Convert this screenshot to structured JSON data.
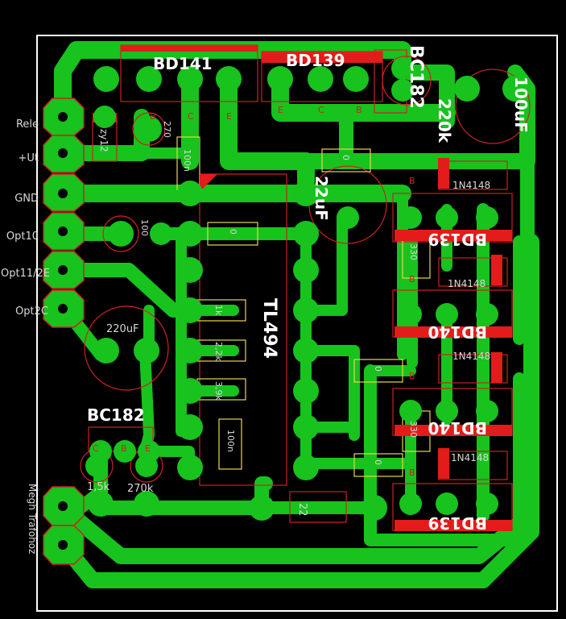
{
  "colors": {
    "background": "#000000",
    "copper": "#17c31c",
    "silkscreen_red": "#cc2222",
    "silkscreen_yellow": "#e6d84a",
    "board_outline": "#ffffff",
    "text_white": "#ffffff",
    "pad_outline": "#cc2222"
  },
  "connector": {
    "labels": [
      "Rele",
      "+Ut",
      "GND",
      "Opt10",
      "Opt11/2E",
      "Opt2C"
    ],
    "bottom_label": "Megh Trafohoz"
  },
  "components": {
    "bd141": "BD141",
    "bd139_top": "BD139",
    "bc182_top": "BC182",
    "tl494": "TL494",
    "cap_100uf": "100uF",
    "res_220k": "220k",
    "cap_22uf": "22uF",
    "bd139_a": "BD139",
    "bd140_a": "BD140",
    "bd140_b": "BD140",
    "bd139_b": "BD139",
    "bc182_bottom": "BC182",
    "cap_220uf": "220uF",
    "diode_1": "1N4148",
    "diode_2": "1N4148",
    "diode_3": "1N4148",
    "diode_4": "1N4148",
    "zener": "zy12",
    "res_270": "270",
    "cap_100n_top": "100n",
    "res_100": "100",
    "cap_0_top": "0",
    "cap_0_mid": "0",
    "res_1k": "1k",
    "res_2k2": "2,2k",
    "res_3k9": "3,9k",
    "cap_100n_bottom": "100n",
    "cap_0_right1": "0",
    "cap_0_right2": "0",
    "res_330_a": "330",
    "res_330_b": "330",
    "res_1k5": "1,5k",
    "res_270k": "270k",
    "res_22": "22"
  },
  "pin_letters": {
    "b": "B",
    "c": "C",
    "e": "E"
  }
}
